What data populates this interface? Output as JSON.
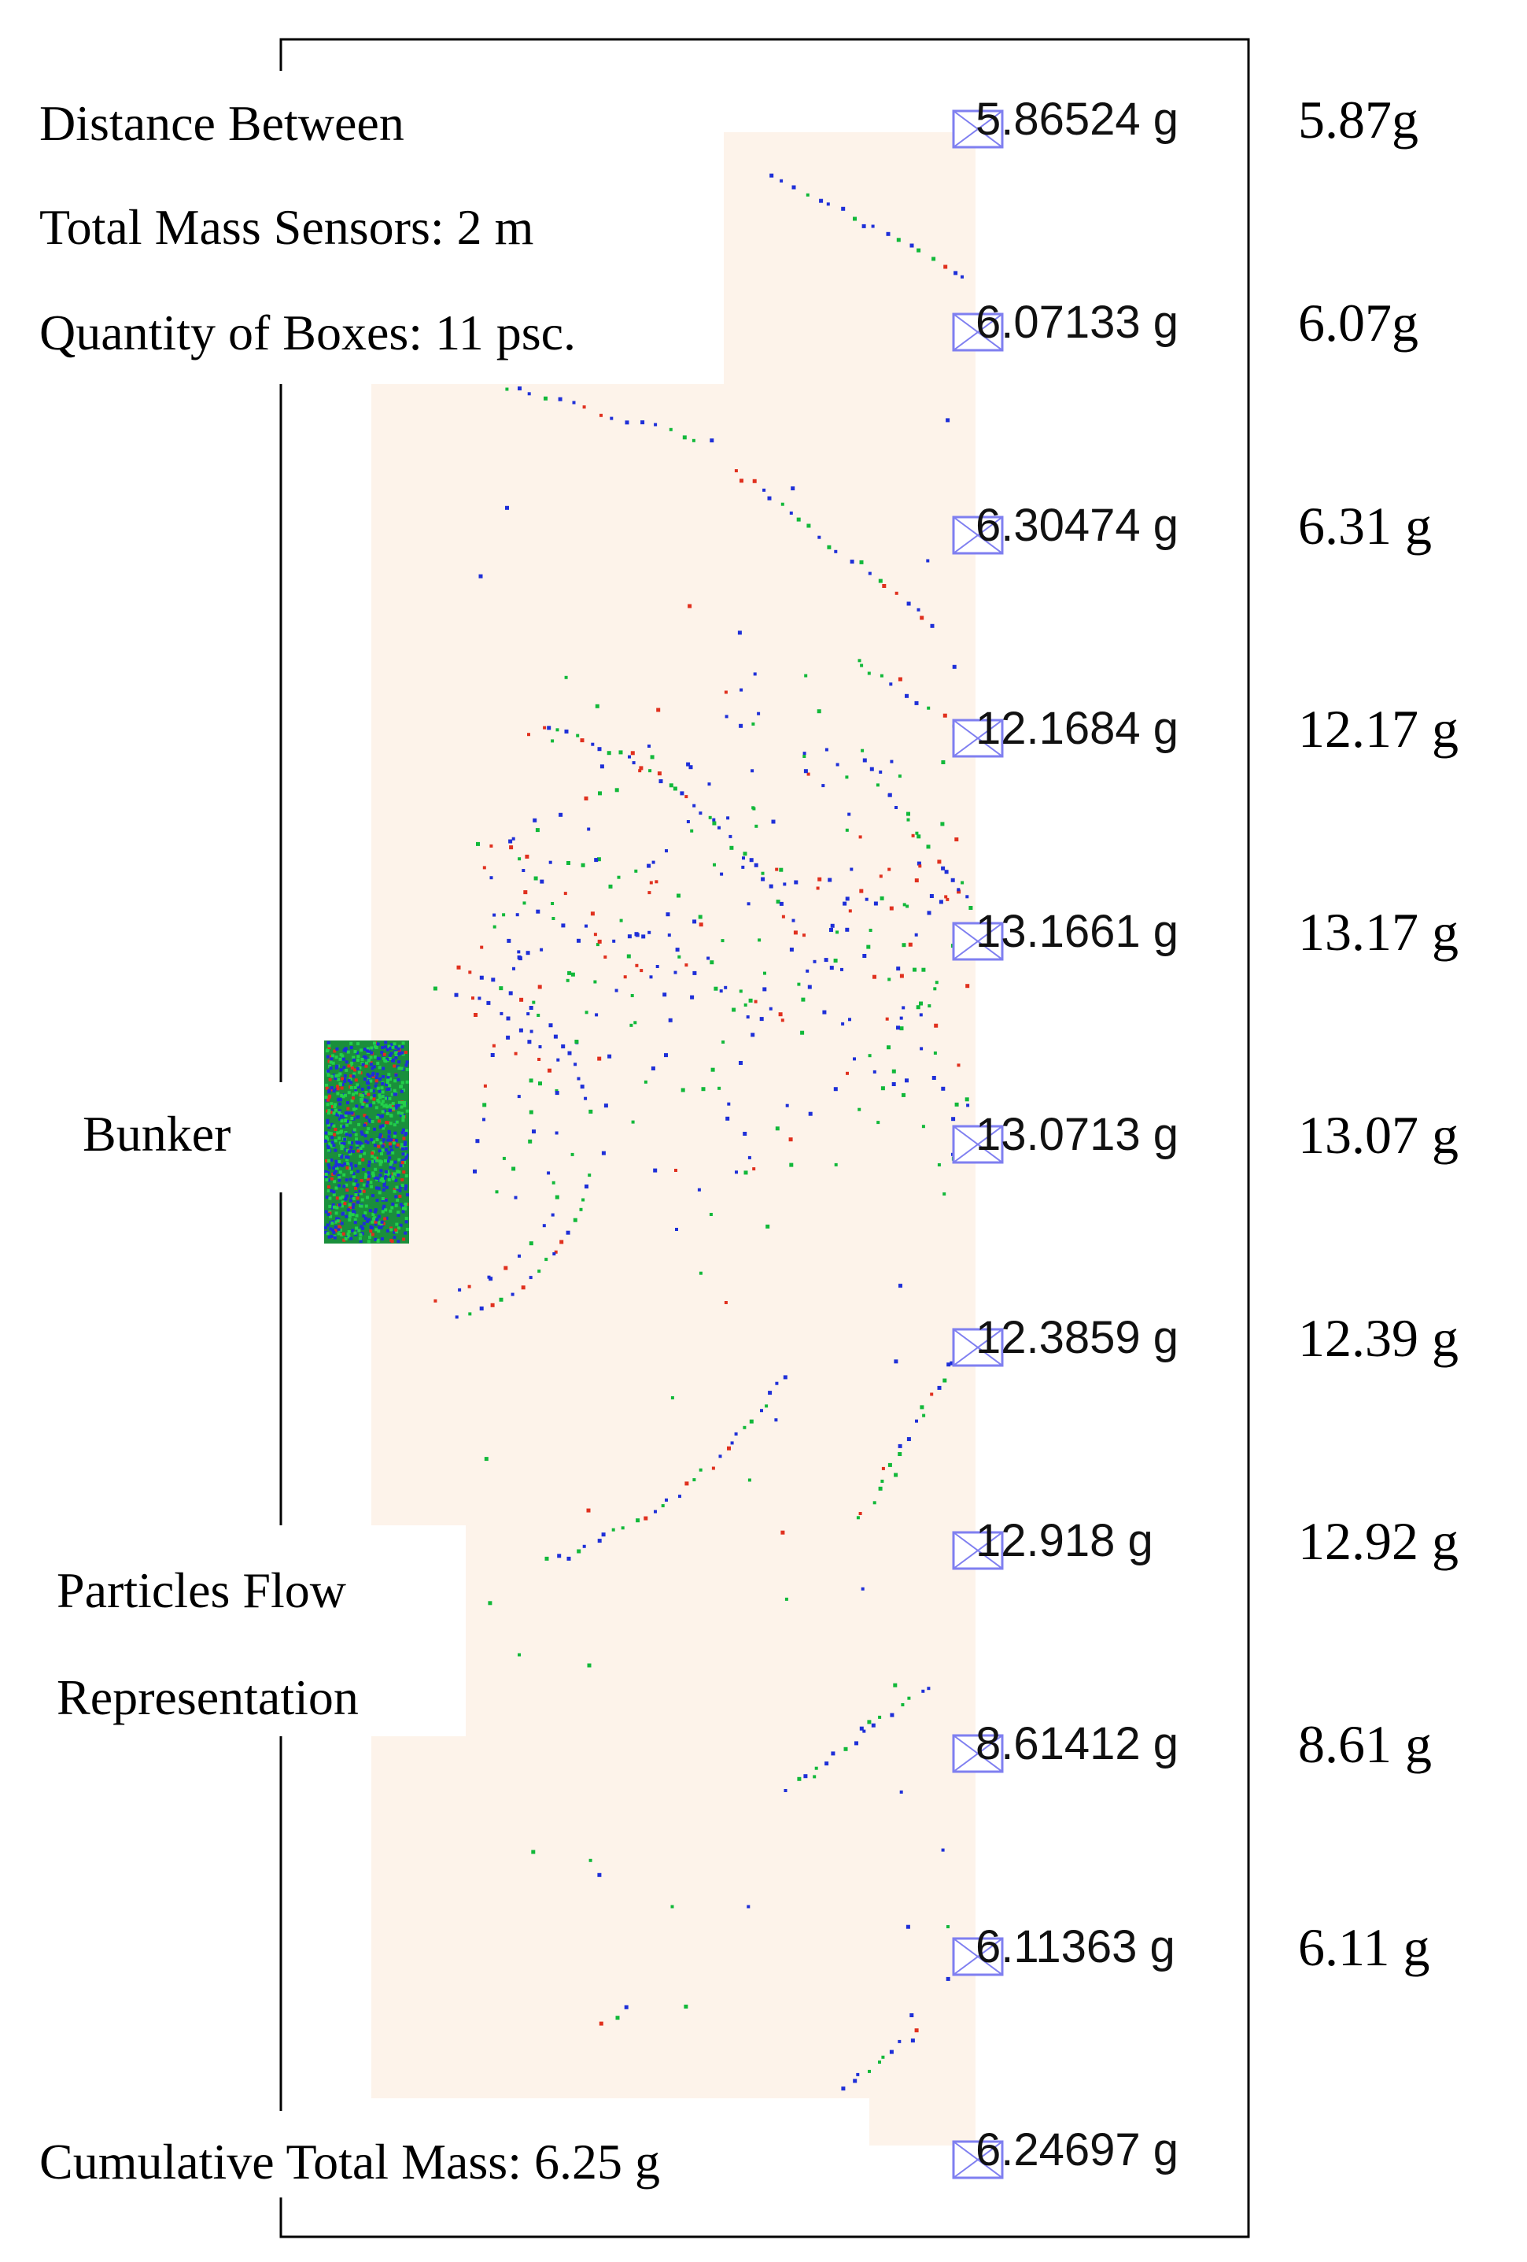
{
  "colors": {
    "field": "#fdf3ea",
    "frame": "#000000",
    "bunker": "#1a8f3c",
    "sensor_box": "#7f7ff0",
    "particle_blue": "#1e2fd8",
    "particle_green": "#12b83a",
    "particle_red": "#e0301e"
  },
  "icons": {
    "sensor": "box-with-x-icon"
  },
  "labels": {
    "distance_line1": "Distance Between",
    "distance_line2": "Total Mass Sensors: 2 m",
    "quantity": "Quantity of Boxes: 11 psc.",
    "bunker": "Bunker",
    "flow_line1": "Particles Flow",
    "flow_line2": "Representation",
    "cumulative": "Cumulative Total Mass: 6.25 g"
  },
  "sensors": [
    {
      "value": "5.86524 g",
      "rounded": "5.87g"
    },
    {
      "value": "6.07133 g",
      "rounded": "6.07g"
    },
    {
      "value": "6.30474 g",
      "rounded": "6.31 g"
    },
    {
      "value": "12.1684 g",
      "rounded": "12.17 g"
    },
    {
      "value": "13.1661 g",
      "rounded": "13.17 g"
    },
    {
      "value": "13.0713 g",
      "rounded": "13.07 g"
    },
    {
      "value": "12.3859 g",
      "rounded": "12.39 g"
    },
    {
      "value": "12.918 g",
      "rounded": "12.92 g"
    },
    {
      "value": "8.61412 g",
      "rounded": "8.61 g"
    },
    {
      "value": "6.11363 g",
      "rounded": "6.11 g"
    },
    {
      "value": "6.24697 g",
      "rounded": ""
    }
  ]
}
